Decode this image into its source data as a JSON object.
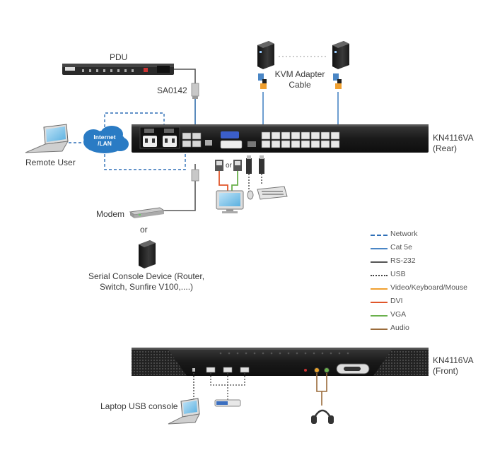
{
  "labels": {
    "pdu": "PDU",
    "sa0142": "SA0142",
    "kvm_adapter_line1": "KVM Adapter",
    "kvm_adapter_line2": "Cable",
    "internet_line1": "Internet",
    "internet_line2": "/LAN",
    "remote_user": "Remote User",
    "rear_model": "KN4116VA",
    "rear_view": "(Rear)",
    "modem": "Modem",
    "or_modem": "or",
    "or_console": "or",
    "serial_line1": "Serial Console Device (Router,",
    "serial_line2": "Switch, Sunfire V100,....)",
    "front_model": "KN4116VA",
    "front_view": "(Front)",
    "laptop_usb": "Laptop USB console"
  },
  "legend": [
    {
      "label": "Network",
      "color": "#2e6fb7",
      "style": "dashed"
    },
    {
      "label": "Cat 5e",
      "color": "#4a86c5",
      "style": "solid"
    },
    {
      "label": "RS-232",
      "color": "#555555",
      "style": "solid"
    },
    {
      "label": "USB",
      "color": "#444444",
      "style": "dotted"
    },
    {
      "label": "Video/Keyboard/Mouse",
      "color": "#f0a030",
      "style": "solid"
    },
    {
      "label": "DVI",
      "color": "#e0562a",
      "style": "solid"
    },
    {
      "label": "VGA",
      "color": "#6ab04c",
      "style": "solid"
    },
    {
      "label": "Audio",
      "color": "#9a6b3a",
      "style": "solid"
    }
  ],
  "colors": {
    "device_dark": "#1e1e1e",
    "cloud": "#2a7bc4",
    "network": "#2e6fb7",
    "cat5e": "#4a86c5",
    "rs232": "#555555"
  }
}
